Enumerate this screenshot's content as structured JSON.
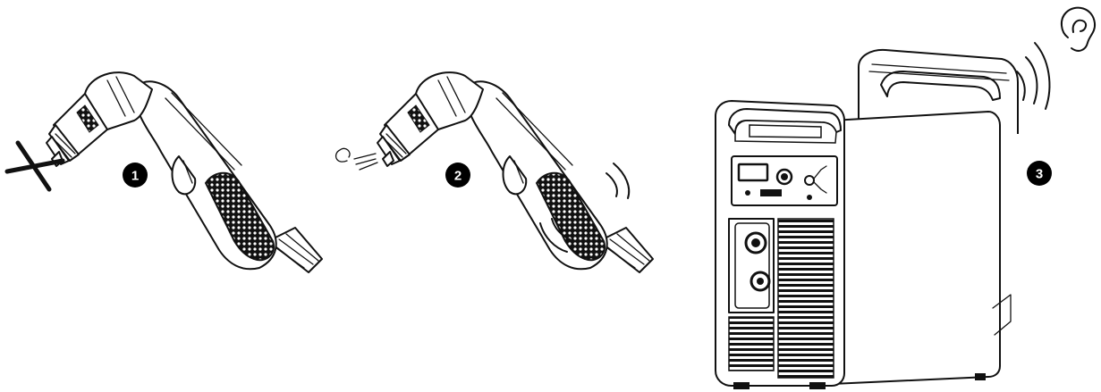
{
  "steps": [
    {
      "badge": "1",
      "icon": "no-pilot-arc-cross-icon"
    },
    {
      "badge": "2",
      "icon": "air-flow-vibration-icon"
    },
    {
      "badge": "3",
      "icon": "listen-ear-icon"
    }
  ],
  "colors": {
    "ink": "#111111",
    "badge": "#000000",
    "paper": "#ffffff"
  }
}
